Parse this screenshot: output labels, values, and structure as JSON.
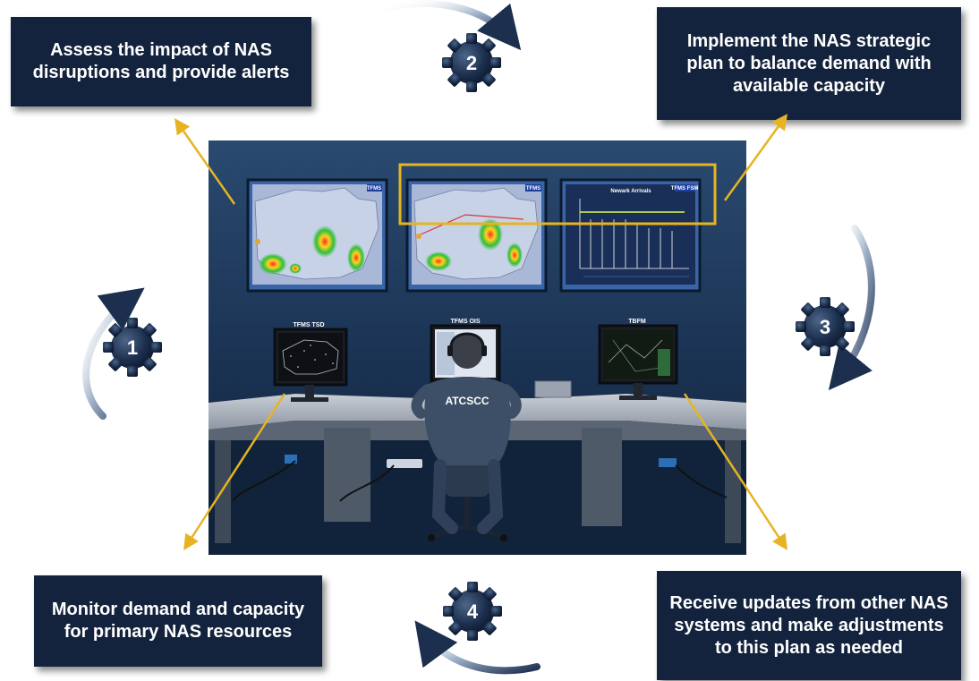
{
  "callouts": {
    "assess": "Assess the impact of NAS disruptions and provide alerts",
    "implement": "Implement the NAS strategic plan to balance demand with available capacity",
    "monitor": "Monitor demand and capacity for primary NAS resources",
    "receive": "Receive updates from other NAS  systems and make adjustments to this plan as needed"
  },
  "steps": [
    "1",
    "2",
    "3",
    "4"
  ],
  "panels": {
    "map1_tag": "TFMS",
    "map2_tag": "TFMS",
    "chart_tag": "TFMS FSM",
    "chart_title": "Newark Arrivals"
  },
  "monitors": {
    "left": "TFMS TSD",
    "center": "TFMS OIS",
    "right": "TBFM"
  },
  "operator_badge": "ATCSCC",
  "colors": {
    "callout_bg": "#14233d",
    "accent_arrow": "#e6b422",
    "room_bg": "#1d3a5c",
    "gear": "#1c2f4e"
  }
}
